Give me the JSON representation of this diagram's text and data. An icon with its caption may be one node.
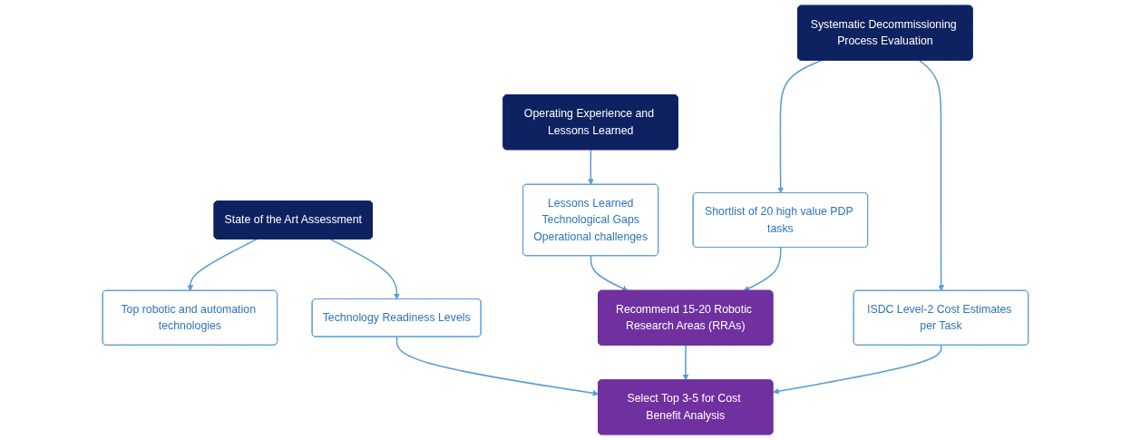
{
  "diagram": {
    "nodes": [
      {
        "text": [
          "Systematic Decommissioning Process Evaluation"
        ]
      },
      {
        "text": [
          "State of the Art Assessment"
        ]
      },
      {
        "text": [
          "Operating Experience and Lessons Learned"
        ]
      },
      {
        "text": [
          "Shortlist of 20 high value PDP tasks"
        ]
      },
      {
        "text": [
          "Top robotic and automation technologies"
        ]
      },
      {
        "text": [
          "Technology Readiness Levels"
        ]
      },
      {
        "text": [
          "Lessons Learned",
          "Technological Gaps",
          "Operational challenges"
        ]
      },
      {
        "text": [
          "Recommend 15-20 Robotic Research Areas (RRAs)"
        ]
      },
      {
        "text": [
          "ISDC Level-2 Cost Estimates per Task"
        ]
      },
      {
        "text": [
          "Select Top 3-5 for Cost Benefit Analysis"
        ]
      }
    ],
    "edges": [
      {
        "from": 0,
        "to": 3,
        "arrow": "to"
      },
      {
        "from": 0,
        "to": 8,
        "arrow": "to"
      },
      {
        "from": 1,
        "to": 4,
        "arrow": "to"
      },
      {
        "from": 1,
        "to": 5,
        "arrow": "to"
      },
      {
        "from": 2,
        "to": 6,
        "arrow": "to"
      },
      {
        "from": 3,
        "to": 7,
        "arrow": "to"
      },
      {
        "from": 6,
        "to": 7,
        "arrow": "to"
      },
      {
        "from": 7,
        "to": 9,
        "arrow": "to"
      },
      {
        "from": 8,
        "to": 9,
        "arrow": "to"
      },
      {
        "from": 5,
        "to": 9,
        "arrow": "to"
      }
    ]
  }
}
